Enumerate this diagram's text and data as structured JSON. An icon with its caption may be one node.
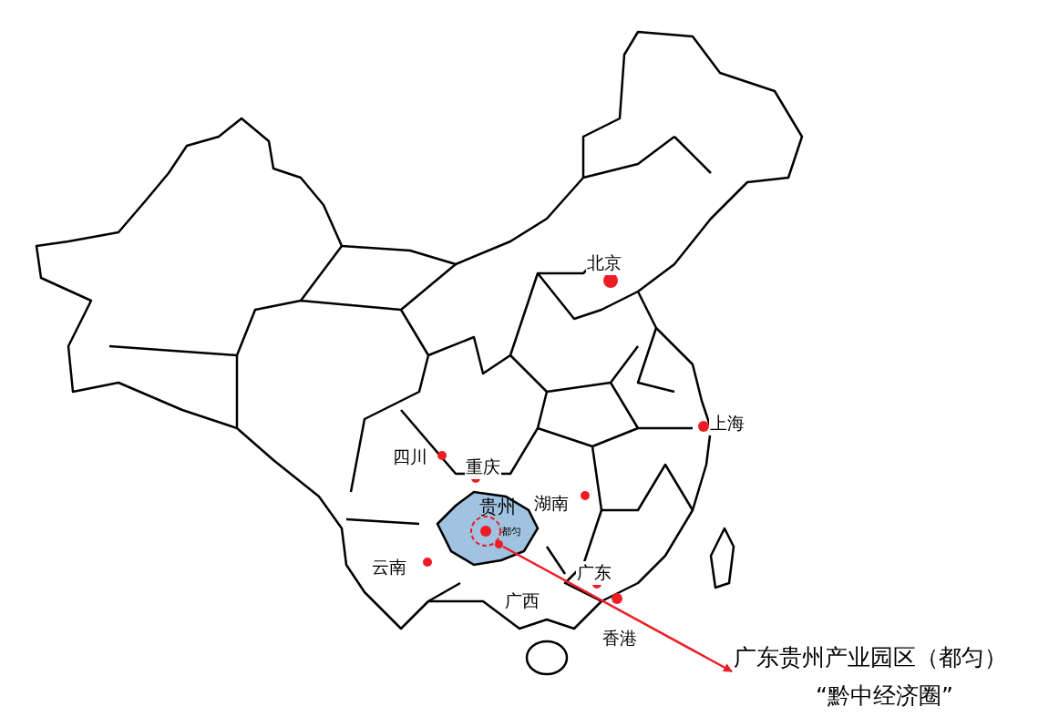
{
  "diagram": {
    "nodes": [
      {
        "text": [
          "贵州"
        ]
      },
      {
        "text": [],
        "shape": "circle",
        "in": 0,
        "beside": [
          "都匀"
        ]
      },
      {
        "text": [
          "广东贵州产业园区（都匀）",
          "“黔中经济圈”"
        ]
      }
    ],
    "edges": [
      {
        "from": 1,
        "to": 2,
        "arrow": "to",
        "color": "#ee1c25"
      }
    ],
    "labels": [
      "北京",
      "上海",
      "四川",
      "重庆",
      "湖南",
      "云南",
      "广西",
      "广东",
      "香港"
    ]
  }
}
